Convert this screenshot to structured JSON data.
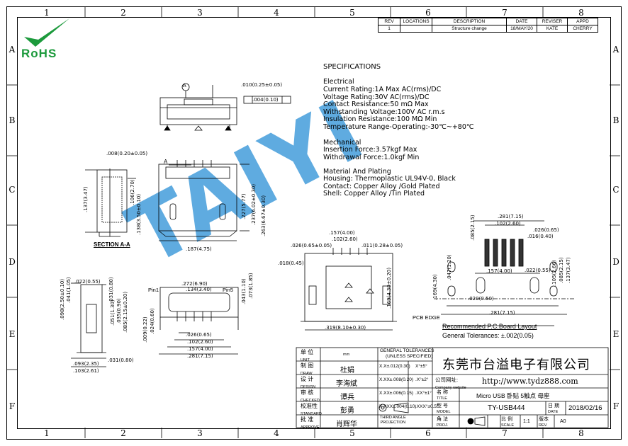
{
  "border": {
    "columns": [
      "1",
      "2",
      "3",
      "4",
      "5",
      "6",
      "7",
      "8"
    ],
    "rows": [
      "A",
      "B",
      "C",
      "D",
      "E",
      "F"
    ]
  },
  "logo": {
    "text": "RoHS",
    "color": "#1c9a3c"
  },
  "watermark": {
    "text": "TAIYI",
    "color": "#2a8fd6"
  },
  "revision": {
    "headers": [
      "REV",
      "LOCATIONS",
      "DESCRIPTION",
      "DATE",
      "REVISER",
      "APPD"
    ],
    "row": [
      "1",
      "",
      "Structure change",
      "18/MAY/20",
      "KATE",
      "CHERRY"
    ]
  },
  "specs": {
    "title": "SPECIFICATIONS",
    "electrical_title": "Electrical",
    "electrical": [
      "Current Rating:1A Max AC(rms)/DC",
      "Voltage Rating:30V AC(rms)/DC",
      "Contact Resistance:50 mΩ Max",
      "Withstanding Voltage:100V AC r.m.s",
      "Insulation Resistance:100 MΩ Min",
      "Temperature Range-Operating:-30℃~+80℃"
    ],
    "mechanical_title": "Mechanical",
    "mechanical": [
      "Insertion Force:3.57kgf Max",
      "Withdrawal Force:1.0kgf Min"
    ],
    "material_title": "Material And Plating",
    "material": [
      "Housing: Thermoplastic UL94V-0, Black",
      "Contact: Copper Alloy /Gold Plated",
      "Shell: Copper Alloy /Tin Plated"
    ]
  },
  "views": {
    "section_label": "SECTION A-A",
    "datum_a": "A",
    "pin1": "Pin1",
    "pin5": "Pin5",
    "pcb_edge": "PCB EDGE",
    "layout_title": "Recommended P.C.Board Layout",
    "tolerance_note": "General Tolerances:  ±.002(0.05)"
  },
  "dims": {
    "top_flat": ".010(0.25±0.05)",
    "top_par": ".004(0.10)",
    "s_008": ".008(0.20±0.05)",
    "s_137": ".137(3.47)",
    "s_106": ".106(2.70)",
    "s_138": ".138(3.50±0.10)",
    "f_227": ".227(5.77)",
    "f_237": ".237(6.02±0.30)",
    "f_263": ".263(6.67±0.30)",
    "f_187": ".187(4.75)",
    "b_272": ".272(6.90)",
    "b_134": ".134(3.40)",
    "b_026": ".026(0.65)",
    "b_102": ".102(2.60)",
    "b_157": ".157(4.00)",
    "b_281": ".281(7.15)",
    "b_043": ".043(1.10)",
    "b_073": ".073(1.85)",
    "b_009": ".009(0.22)",
    "b_024": ".024(0.60)",
    "l_022": ".022(0.55)",
    "l_031": ".031(0.80)",
    "l_098": ".098(2.50±0.10)",
    "l_041": ".041(1.05)",
    "l_051": ".051(1.30)",
    "l_035": ".035(0.90)",
    "l_085": ".085(2.15±0.20)",
    "l_093": ".093(2.35)",
    "l_103": ".103(2.61)",
    "l_031b": ".031(0.80)",
    "c_157": ".157(4.00)",
    "c_102": ".102(2.60)",
    "c_026": ".026(0.65±0.05)",
    "c_011": ".011(0.28±0.05)",
    "c_018": ".018(0.45)",
    "c_169": ".169(4.30±0.20)",
    "c_319": ".319(8.10±0.30)",
    "r_281": ".281(7.15)",
    "r_102": ".102(2.60)",
    "r_026": ".026(0.65)",
    "r_016": ".016(0.40)",
    "r_085": ".085(2.15)",
    "r_047": ".047(1.20)",
    "r_169": ".169(4.30)",
    "r_157": ".157(4.00)",
    "r_022": ".022(0.55)",
    "r_105": ".105(2.66)",
    "r_085b": ".085(2.15)",
    "r_137": ".137(3.47)",
    "r_020": ".020(0.50)",
    "r_281b": ".281(7.15)"
  },
  "titleblock": {
    "unit_label": "单  位",
    "unit_en": "UNIT",
    "unit_value": "mm",
    "draw_label": "制  图",
    "draw_en": "DRAW",
    "draw_value": "杜娟",
    "design_label": "设  计",
    "design_en": "DESIGN",
    "design_value": "李海斌",
    "checked_label": "审  核",
    "checked_en": "CHECKED",
    "checked_value": "谭兵",
    "standard_label": "校准性",
    "standard_en": "STANDARD",
    "standard_value": "彭勇",
    "approve_label": "批  准",
    "approve_en": "APPROVE",
    "approve_value": "肖辉华",
    "gt_title": "GENERAL TOLERANCES",
    "gt_sub": "(UNLESS SPECIFIED)",
    "gt_rows": [
      [
        "X.X±.012(0.30)",
        "X°±5°"
      ],
      [
        "X.XX±.008(0.20)",
        ".X°±2°"
      ],
      [
        "X.XX±.006(0.15)",
        ".XX°±1°"
      ],
      [
        "X.XXX±.004(0.10)",
        ".XXX°±0.5°"
      ]
    ],
    "projection": "THIRD ANGLE\nPROJECTION",
    "company": "东莞市台溢电子有限公司",
    "website_label": "公司网址:",
    "website_en": "Company website",
    "website": "http://www.tydz888.com",
    "title_label": "名  称",
    "title_en": "TITLE",
    "title_value": "Micro USB 卧贴 5触点 母座",
    "model_label": "型  号",
    "model_en": "MODEL",
    "model_value": "TY-USB444",
    "date_label": "日  期",
    "date_en": "DATE",
    "date_value": "2018/02/16",
    "proj_label": "角  法",
    "proj_en": "PROJ.",
    "scale_label": "比  例",
    "scale_en": "SCALE",
    "scale_value": "1:1",
    "rev_label": "版本",
    "rev_en": "REV.",
    "rev_value": "A0"
  }
}
